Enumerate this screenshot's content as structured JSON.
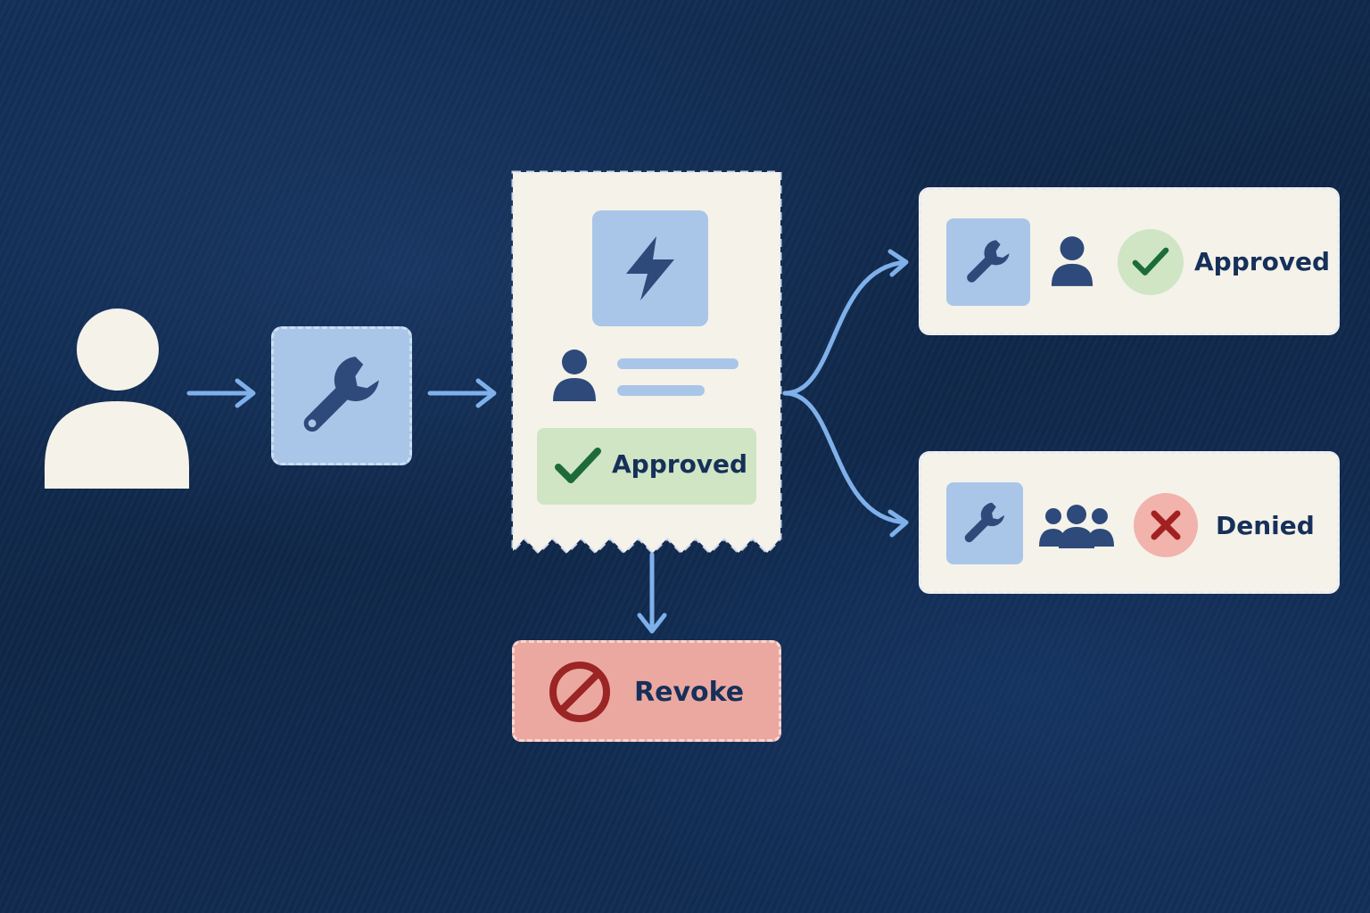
{
  "request_card": {
    "status_label": "Approved"
  },
  "revoke": {
    "label": "Revoke"
  },
  "outcome_approved": {
    "label": "Approved"
  },
  "outcome_denied": {
    "label": "Denied"
  },
  "icons": {
    "user": "user-icon",
    "tool": "wrench-icon",
    "lightning": "lightning-icon",
    "check": "check-icon",
    "x": "x-icon",
    "ban": "ban-icon",
    "group": "group-icon"
  },
  "colors": {
    "background": "#102a4f",
    "card": "#f5f2ea",
    "tile_blue": "#a9c6e8",
    "approved_green": "#cfe5c4",
    "denied_red": "#f1b3ac",
    "revoke_red": "#eba8a0",
    "ink": "#16305a",
    "arrow": "#7fb0ea"
  }
}
